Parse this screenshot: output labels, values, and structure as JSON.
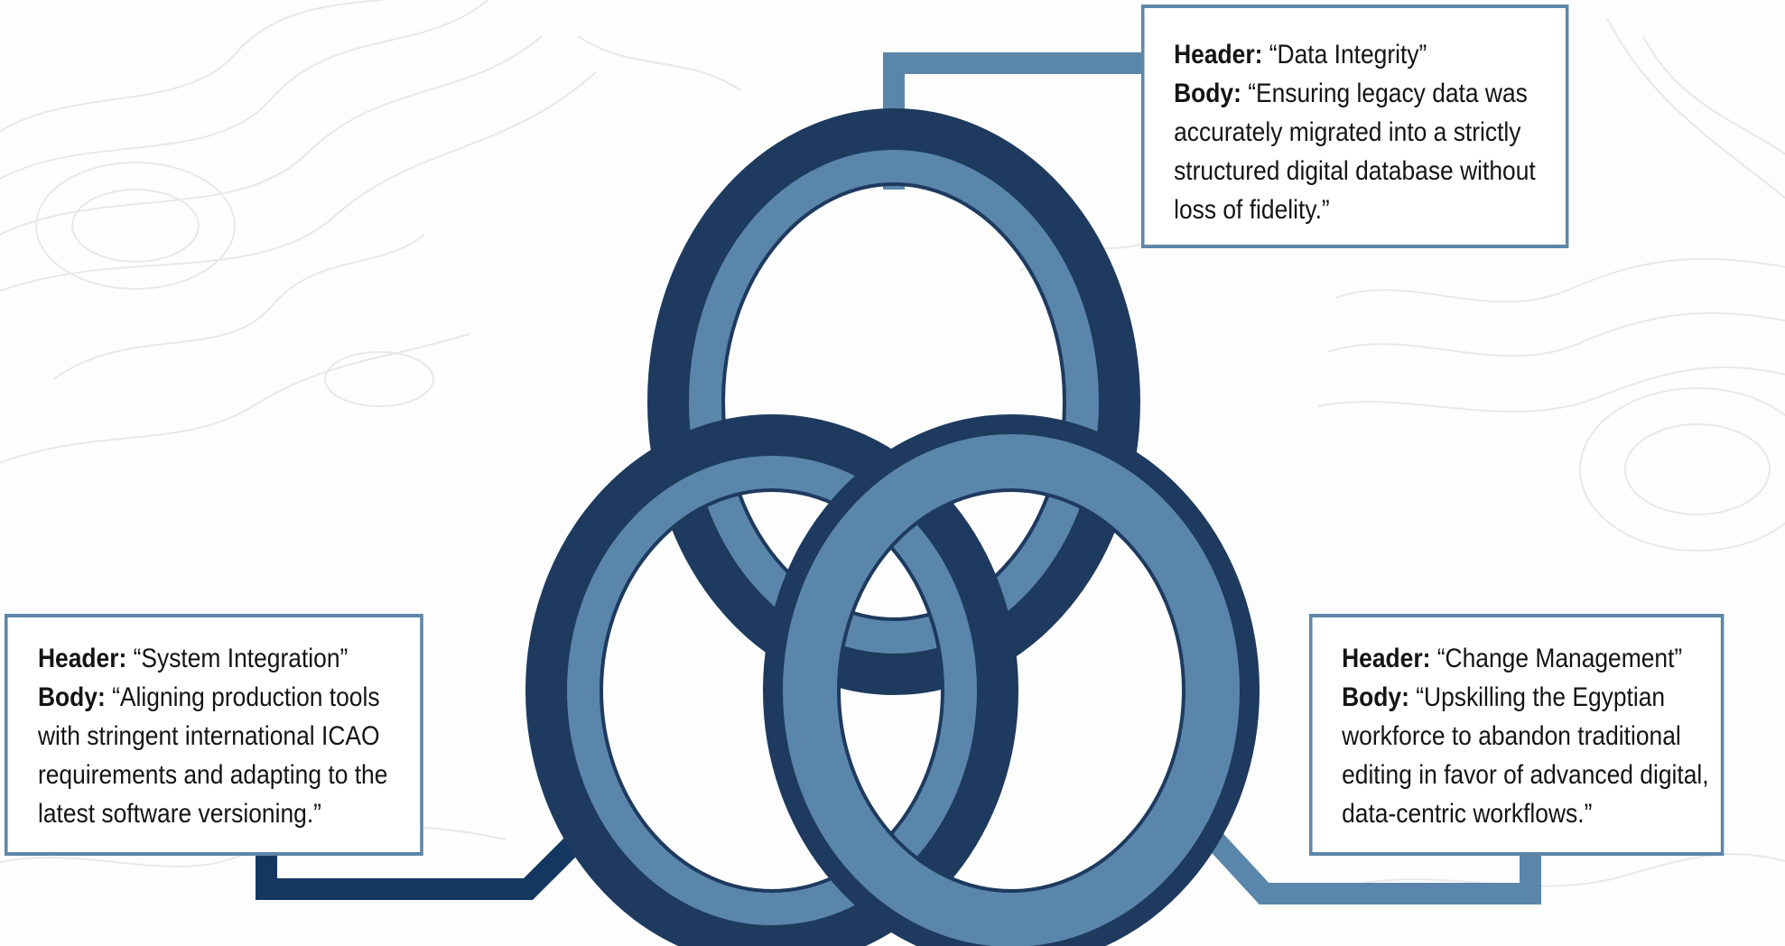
{
  "theme": {
    "dark_navy": "#143761",
    "mid_blue": "#5b86ab",
    "border_blue": "#5d86a8",
    "text": "#141414",
    "background": "#fdfdfd"
  },
  "callouts": {
    "top": {
      "header_key": "Header:",
      "header_value": "“Data Integrity”",
      "body_key": "Body:",
      "body_lines": [
        "“Ensuring legacy data was",
        "accurately migrated into a strictly",
        "structured digital database without",
        "loss of fidelity.”"
      ]
    },
    "left": {
      "header_key": "Header:",
      "header_value": "“System Integration”",
      "body_key": "Body:",
      "body_lines": [
        "“Aligning production tools",
        "with stringent international ICAO",
        "requirements and adapting to the",
        "latest software versioning.”"
      ]
    },
    "right": {
      "header_key": "Header:",
      "header_value": "“Change Management”",
      "body_key": "Body:",
      "body_lines": [
        "“Upskilling the Egyptian",
        "workforce to abandon traditional",
        "editing in favor of advanced digital,",
        "data-centric workflows.”"
      ]
    }
  }
}
